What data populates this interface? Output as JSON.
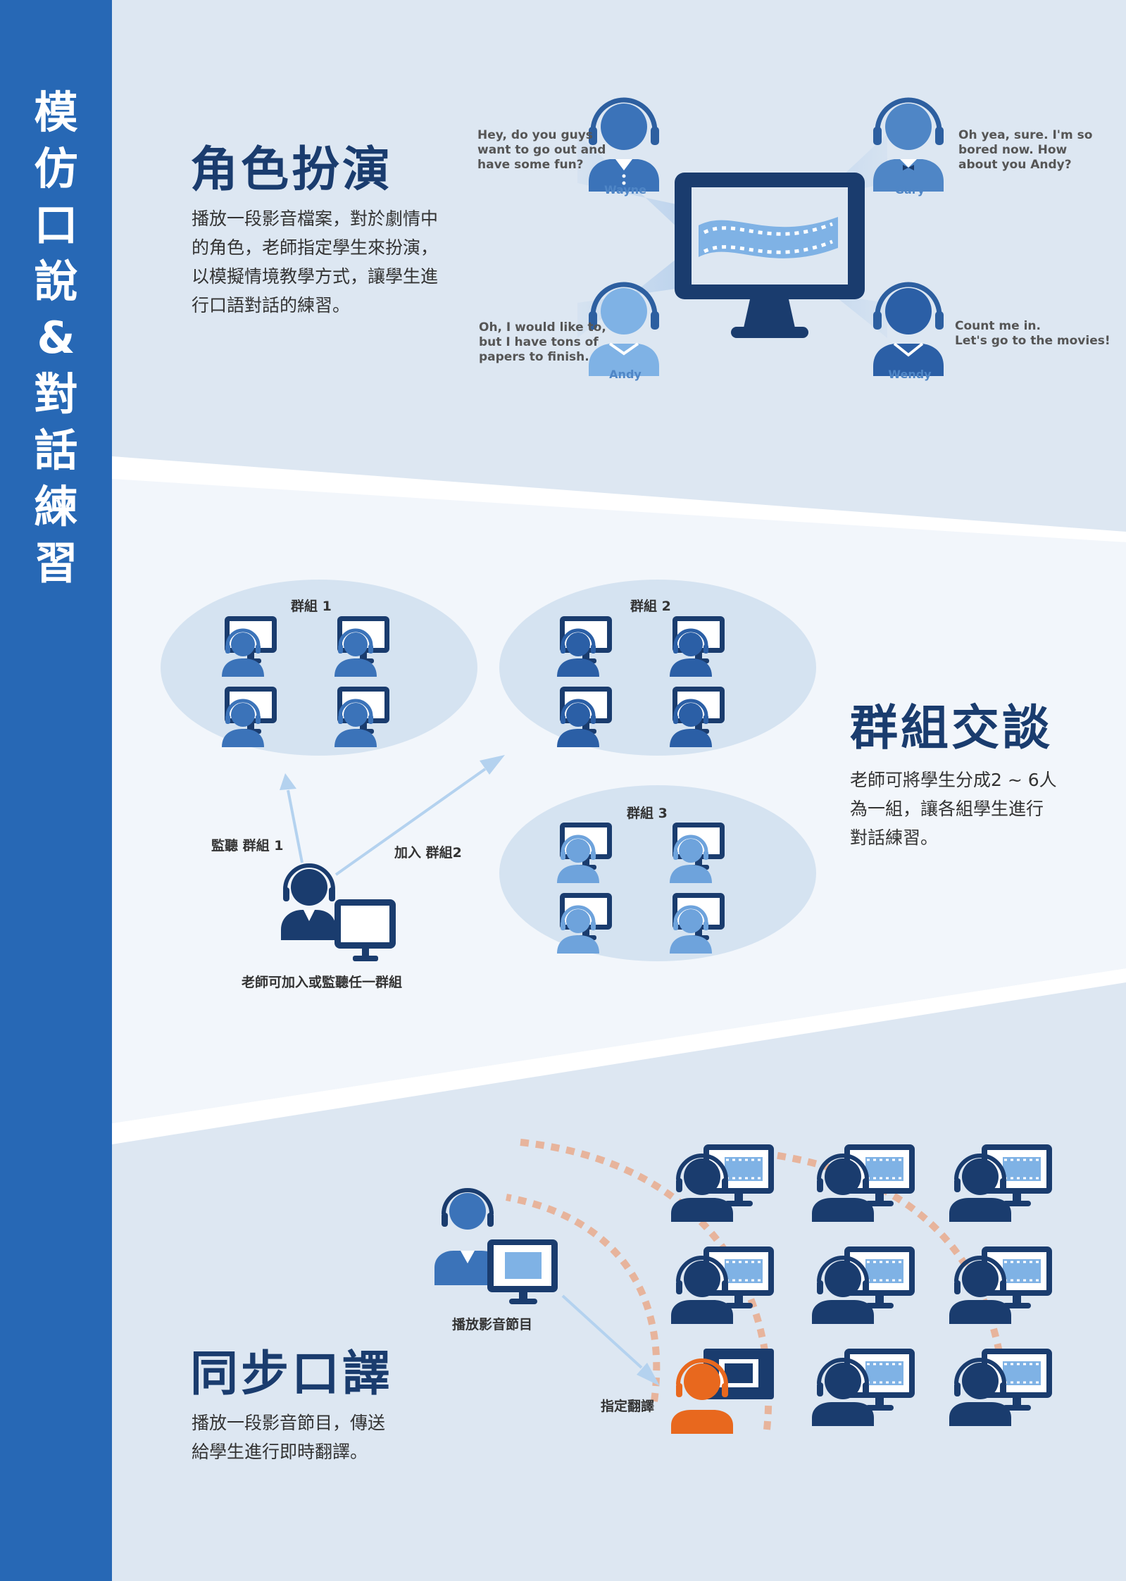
{
  "sidebar": {
    "title_chars": [
      "模",
      "仿",
      "口",
      "說",
      "&",
      "對",
      "話",
      "練",
      "習"
    ]
  },
  "role_play": {
    "title": "角色扮演",
    "description_lines": [
      "播放一段影音檔案，對於劇情中",
      "的角色，老師指定學生來扮演，",
      "以模擬情境教學方式，讓學生進",
      "行口語對話的練習。"
    ],
    "characters": [
      {
        "name": "Wayne",
        "dialog": [
          "Hey, do you guys",
          "want to go out and",
          "have some fun?"
        ]
      },
      {
        "name": "Gary",
        "dialog": [
          "Oh yea, sure. I'm so",
          "bored now. How",
          "about you Andy?"
        ]
      },
      {
        "name": "Andy",
        "dialog": [
          "Oh, I would like to,",
          "but I have tons of",
          "papers to finish."
        ]
      },
      {
        "name": "Wendy",
        "dialog": [
          "Count me in.",
          "Let's go to the movies!"
        ]
      }
    ]
  },
  "group_talk": {
    "title": "群組交談",
    "description_lines": [
      "老師可將學生分成2 ~ 6人",
      "為一組，讓各組學生進行",
      "對話練習。"
    ],
    "groups": [
      "群組 1",
      "群組 2",
      "群組 3"
    ],
    "monitor_label": "監聽 群組 1",
    "join_label": "加入 群組2",
    "teacher_caption": "老師可加入或監聽任一群組"
  },
  "interpretation": {
    "title": "同步口譯",
    "description_lines": [
      "播放一段影音節目，傳送",
      "給學生進行即時翻譯。"
    ],
    "play_label": "播放影音節目",
    "assign_label": "指定翻譯"
  },
  "colors": {
    "sidebar": "#2768b5",
    "dark_navy": "#1a3c6e",
    "student_blue": "#3b73b9",
    "light_blue": "#7fb2e5",
    "highlight_orange": "#e8681e",
    "wave_dashes": "#e7b49c"
  }
}
